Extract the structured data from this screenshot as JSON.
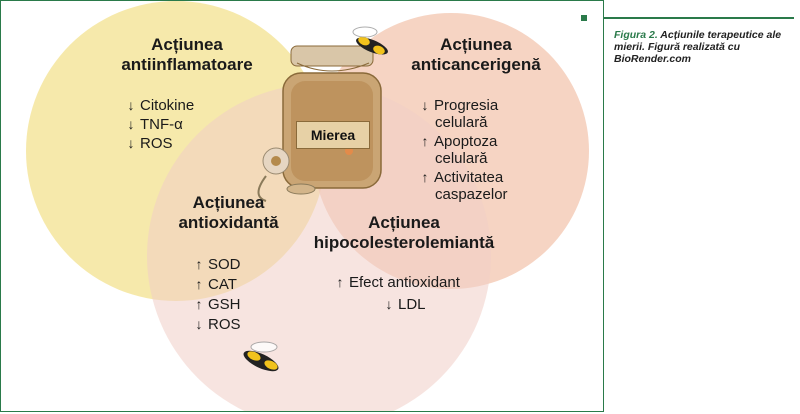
{
  "diagram": {
    "center_label": "Mierea",
    "anti_inflammatory": {
      "title_line1": "Acțiunea",
      "title_line2": "antiinflamatoare",
      "items": [
        {
          "arrow": "↓",
          "text": "Citokine"
        },
        {
          "arrow": "↓",
          "text": "TNF-α"
        },
        {
          "arrow": "↓",
          "text": "ROS"
        }
      ]
    },
    "anticancer": {
      "title_line1": "Acțiunea",
      "title_line2": "anticancerigenă",
      "items": [
        {
          "arrow": "↓",
          "text": "Progresia"
        },
        {
          "arrow": "",
          "text": "celulară"
        },
        {
          "arrow": "↑",
          "text": "Apoptoza"
        },
        {
          "arrow": "",
          "text": "celulară"
        },
        {
          "arrow": "↑",
          "text": "Activitatea"
        },
        {
          "arrow": "",
          "text": "caspazelor"
        }
      ]
    },
    "antioxidant": {
      "title_line1": "Acțiunea",
      "title_line2": "antioxidantă",
      "items": [
        {
          "arrow": "↑",
          "text": "SOD"
        },
        {
          "arrow": "↑",
          "text": "CAT"
        },
        {
          "arrow": "↑",
          "text": "GSH"
        },
        {
          "arrow": "↓",
          "text": "ROS"
        }
      ]
    },
    "hypocholesterolemic": {
      "title_line1": "Acțiunea",
      "title_line2": "hipocolesterolemiantă",
      "items": [
        {
          "arrow": "↑",
          "text": "Efect antioxidant"
        },
        {
          "arrow": "↓",
          "text": "LDL"
        }
      ]
    }
  },
  "caption": {
    "figure_label": "Figura 2.",
    "text": "Acțiunile terapeutice ale mierii. Figură realizată cu BioRender.com"
  },
  "colors": {
    "yellow_circle": "#f2e08a",
    "orange_circle": "#f3c3ac",
    "pink_circle": "#f1cec6",
    "frame_green": "#2a7a4a"
  }
}
